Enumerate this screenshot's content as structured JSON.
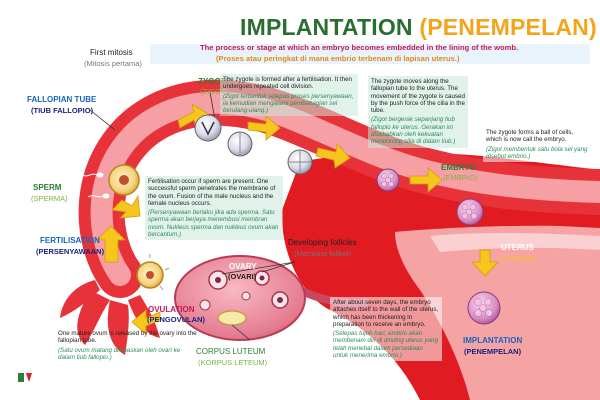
{
  "title": {
    "en": "IMPLANTATION",
    "ms": "(PENEMPELAN)"
  },
  "subtitle": {
    "en": "The process or stage at which an embryo becomes embedded in the lining of the womb.",
    "ms": "(Proses atau peringkat di mana embrio terbenam di lapisan uterus.)"
  },
  "labels": {
    "first_mitosis": {
      "en": "First mitosis",
      "ms": "(Mitosis pertama)"
    },
    "zygote": {
      "en": "ZYGOTE",
      "ms": "(ZIGOT)"
    },
    "fallopian_tube": {
      "en": "FALLOPIAN TUBE",
      "ms": "(TIUB FALLOPIO)"
    },
    "sperm": {
      "en": "SPERM",
      "ms": "(SPERMA)"
    },
    "fertilisation": {
      "en": "FERTILISATION",
      "ms": "(PERSENYAWAAN)"
    },
    "ovulation": {
      "en": "OVULATION",
      "ms": "(PENGOVULAN)"
    },
    "ovary": {
      "en": "OVARY",
      "ms": "(OVARI)"
    },
    "developing_follicles": {
      "en": "Developing follicles",
      "ms": "(Membina folikel)"
    },
    "corpus_luteum": {
      "en": "CORPUS LUTEUM",
      "ms": "(KORPUS LETEUM)"
    },
    "embryo": {
      "en": "EMBRYO",
      "ms": "(EMBRIO)"
    },
    "uterus": {
      "en": "UTERUS",
      "ms": "(UTERUS)"
    },
    "implantation": {
      "en": "IMPLANTATION",
      "ms": "(PENEMPELAN)"
    }
  },
  "notes": {
    "zygote": {
      "en": "The zygote is formed after a fertilisation. It then undergoes repeated cell division.",
      "ms": "(Zigot terbentuk selepas proses persenyawaan, ia kemudian mengalami pembahagian sel berulang-ulang.)"
    },
    "tube": {
      "en": "The zygote moves along the fallopian tube to the uterus. The movement of the zygote is caused by the push force of the cilia in the tube.",
      "ms": "(Zigot bergerak sepanjang tiub fallopio ke uterus. Gerakan ini disebabkan oleh kekuatan mendorong silia di dalam tiub.)"
    },
    "ball": {
      "en": "The zygote forms a ball of cells, which is now call the embryo.",
      "ms": "(Zigot membentuk satu bola sel yang disebut embrio.)"
    },
    "fertilisation": {
      "en": "Fertilisation occur if sperm are present. One successful sperm penetrates the membrane of the ovum. Fusion of the male nucleus and the female nucleus occurs.",
      "ms": "(Persenyawaan berlaku jika ada sperma. Satu sperma akan berjaya menembusi membran ovum. Nukleus sperma dan nukleus ovum akan bercantum.)"
    },
    "ovulation": {
      "en": "One mature ovum is released by the ovary into the fallopian tube.",
      "ms": "(Satu ovum matang dilepaskan oleh ovari ke dalam tiub fallopio.)"
    },
    "implantation": {
      "en": "After about seven days, the embryo attaches itself to the wall of the uterus, which has been thickening in preparation to receive an embryo.",
      "ms": "(Selepas tujuh hari, embrio akan membenam diri di dinding uterus yang telah menebal dalam persediaan untuk menerima embrio.)"
    }
  },
  "colors": {
    "uterus_red": "#e01b22",
    "tube_red": "#e8323a",
    "lining_pink": "#f5a3a3",
    "arrow_yellow": "#f7c61c",
    "title_green": "#2a6e2f",
    "title_orange": "#f2a51a"
  }
}
